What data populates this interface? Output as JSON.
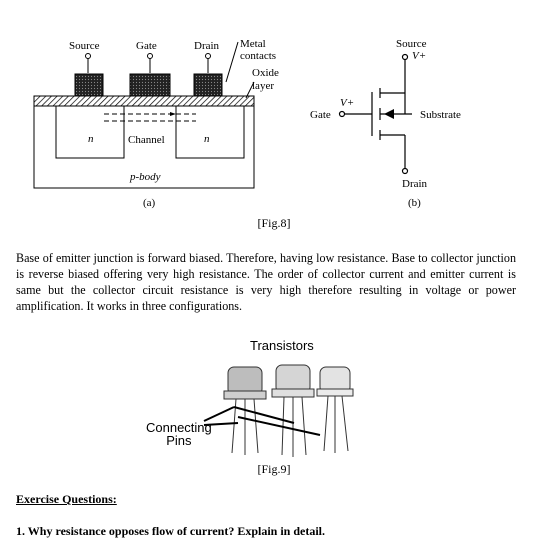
{
  "fig8": {
    "labels": {
      "source": "Source",
      "gate": "Gate",
      "drain": "Drain",
      "metal_contacts_line1": "Metal",
      "metal_contacts_line2": "contacts",
      "oxide_line1": "Oxide",
      "oxide_line2": "layer",
      "channel": "Channel",
      "n_left": "n",
      "n_right": "n",
      "p_body": "p-body",
      "a": "(a)",
      "sym_source": "Source",
      "sym_vplus_top": "V+",
      "sym_gate": "Gate",
      "sym_vplus_gate": "V+",
      "sym_substrate": "Substrate",
      "sym_drain": "Drain",
      "b": "(b)"
    },
    "caption": "[Fig.8]"
  },
  "paragraph": "Base of emitter junction is forward biased. Therefore, having low resistance. Base to collector junction is reverse biased offering very high resistance. The order of collector current and emitter current is same but the collector circuit resistance is very high therefore resulting in voltage or power amplification. It works in three configurations.",
  "fig9": {
    "title": "Transistors",
    "pins_line1": "Connecting",
    "pins_line2": "Pins",
    "caption": "[Fig.9]"
  },
  "exercise": {
    "heading": "Exercise Questions:",
    "q1": "1. Why resistance opposes flow of current? Explain in detail."
  }
}
